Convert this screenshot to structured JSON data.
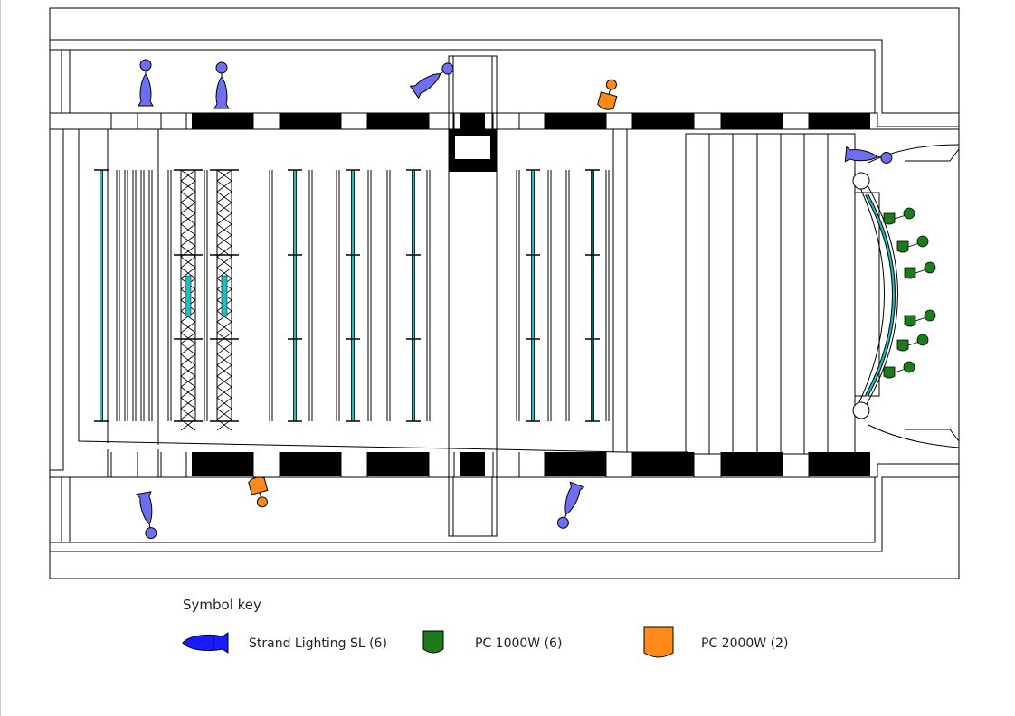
{
  "key": {
    "title": "Symbol key",
    "items": [
      {
        "label": "Strand Lighting SL (6)",
        "symbol": "profile-spot-icon",
        "color": "#1a1aff"
      },
      {
        "label": "PC 1000W (6)",
        "symbol": "pc-1000w-icon",
        "color": "#1d7a1d"
      },
      {
        "label": "PC 2000W (2)",
        "symbol": "pc-2000w-icon",
        "color": "#ff8a1a"
      }
    ]
  },
  "colors": {
    "line": "#000000",
    "bar": "#1fbfbf",
    "masking": "#000000",
    "spot_fill": "#6e6ef0",
    "spot_dark": "#1a1aff",
    "pc1000": "#1d7a1d",
    "pc2000": "#ff8a1a"
  }
}
